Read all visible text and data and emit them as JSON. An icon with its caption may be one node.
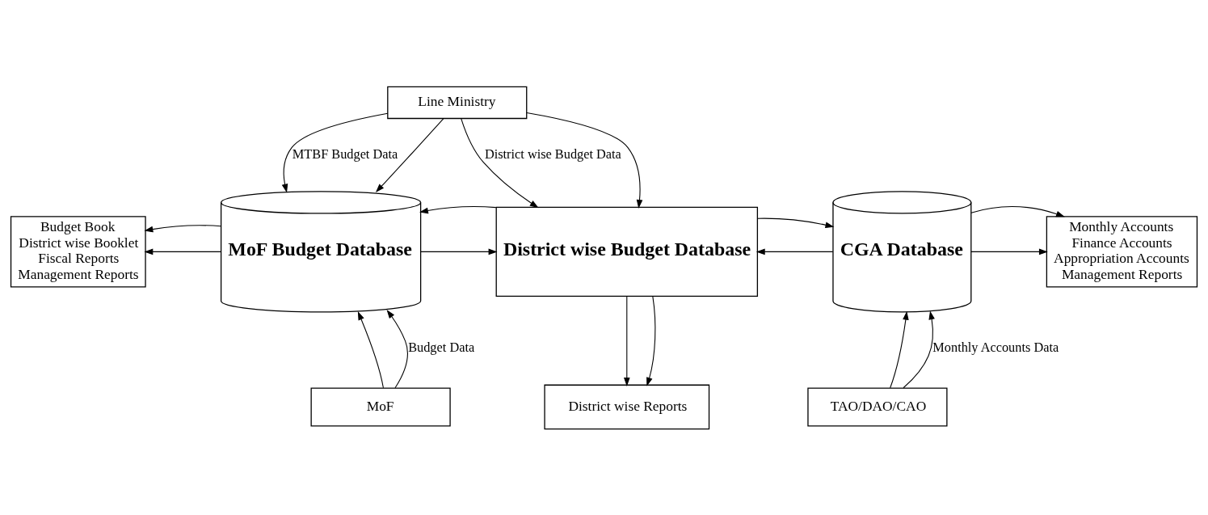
{
  "diagram": {
    "nodes": [
      {
        "text": [
          "Line Ministry"
        ]
      },
      {
        "text": [
          "MoF Budget Database"
        ]
      },
      {
        "text": [
          "Budget Book",
          "District wise Booklet",
          "Fiscal Reports",
          "Management Reports"
        ]
      },
      {
        "text": [
          "District wise Budget Database"
        ]
      },
      {
        "text": [
          "CGA Database"
        ]
      },
      {
        "text": [
          "Monthly Accounts",
          "Finance Accounts",
          "Appropriation Accounts",
          "Management Reports"
        ]
      },
      {
        "text": [
          "MoF"
        ]
      },
      {
        "text": [
          "District wise Reports"
        ]
      },
      {
        "text": [
          "TAO/DAO/CAO"
        ]
      }
    ],
    "edges": [
      {
        "from": 0,
        "to": 1,
        "arrow": "to",
        "label": "MTBF Budget Data"
      },
      {
        "from": 0,
        "to": 1,
        "arrow": "to"
      },
      {
        "from": 0,
        "to": 3,
        "arrow": "to",
        "label": "District wise Budget Data"
      },
      {
        "from": 0,
        "to": 3,
        "arrow": "to"
      },
      {
        "from": 1,
        "to": 2,
        "arrow": "to"
      },
      {
        "from": 1,
        "to": 2,
        "arrow": "to"
      },
      {
        "from": 1,
        "to": 3,
        "arrow": "to"
      },
      {
        "from": 3,
        "to": 1,
        "arrow": "to"
      },
      {
        "from": 4,
        "to": 3,
        "arrow": "to"
      },
      {
        "from": 3,
        "to": 4,
        "arrow": "to"
      },
      {
        "from": 4,
        "to": 5,
        "arrow": "to"
      },
      {
        "from": 4,
        "to": 5,
        "arrow": "to"
      },
      {
        "from": 6,
        "to": 1,
        "arrow": "to"
      },
      {
        "from": 6,
        "to": 1,
        "arrow": "to",
        "label": "Budget Data"
      },
      {
        "from": 3,
        "to": 7,
        "arrow": "to"
      },
      {
        "from": 3,
        "to": 7,
        "arrow": "to"
      },
      {
        "from": 8,
        "to": 4,
        "arrow": "to"
      },
      {
        "from": 8,
        "to": 4,
        "arrow": "to",
        "label": "Monthly Accounts Data"
      }
    ]
  }
}
